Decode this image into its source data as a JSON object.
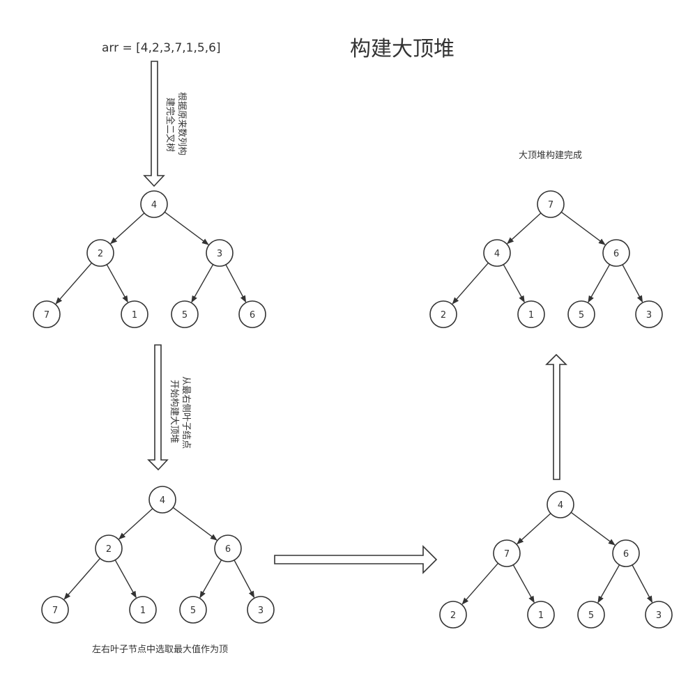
{
  "title": "构建大顶堆",
  "array_text": "arr = [4,2,3,7,1,5,6]",
  "captions": {
    "step1_line1": "根据原来数列构",
    "step1_line2": "建完全二叉树",
    "step2_line1": "从最右侧叶子结点",
    "step2_line2": "开始构建大顶堆",
    "step3": "左右叶子节点中选取最大值作为顶",
    "done": "大顶堆构建完成"
  },
  "trees": {
    "initial": [
      "4",
      "2",
      "3",
      "7",
      "1",
      "5",
      "6"
    ],
    "after_first_swap": [
      "4",
      "2",
      "6",
      "7",
      "1",
      "5",
      "3"
    ],
    "after_second_swap": [
      "4",
      "7",
      "6",
      "2",
      "1",
      "5",
      "3"
    ],
    "final": [
      "7",
      "4",
      "6",
      "2",
      "1",
      "5",
      "3"
    ]
  }
}
